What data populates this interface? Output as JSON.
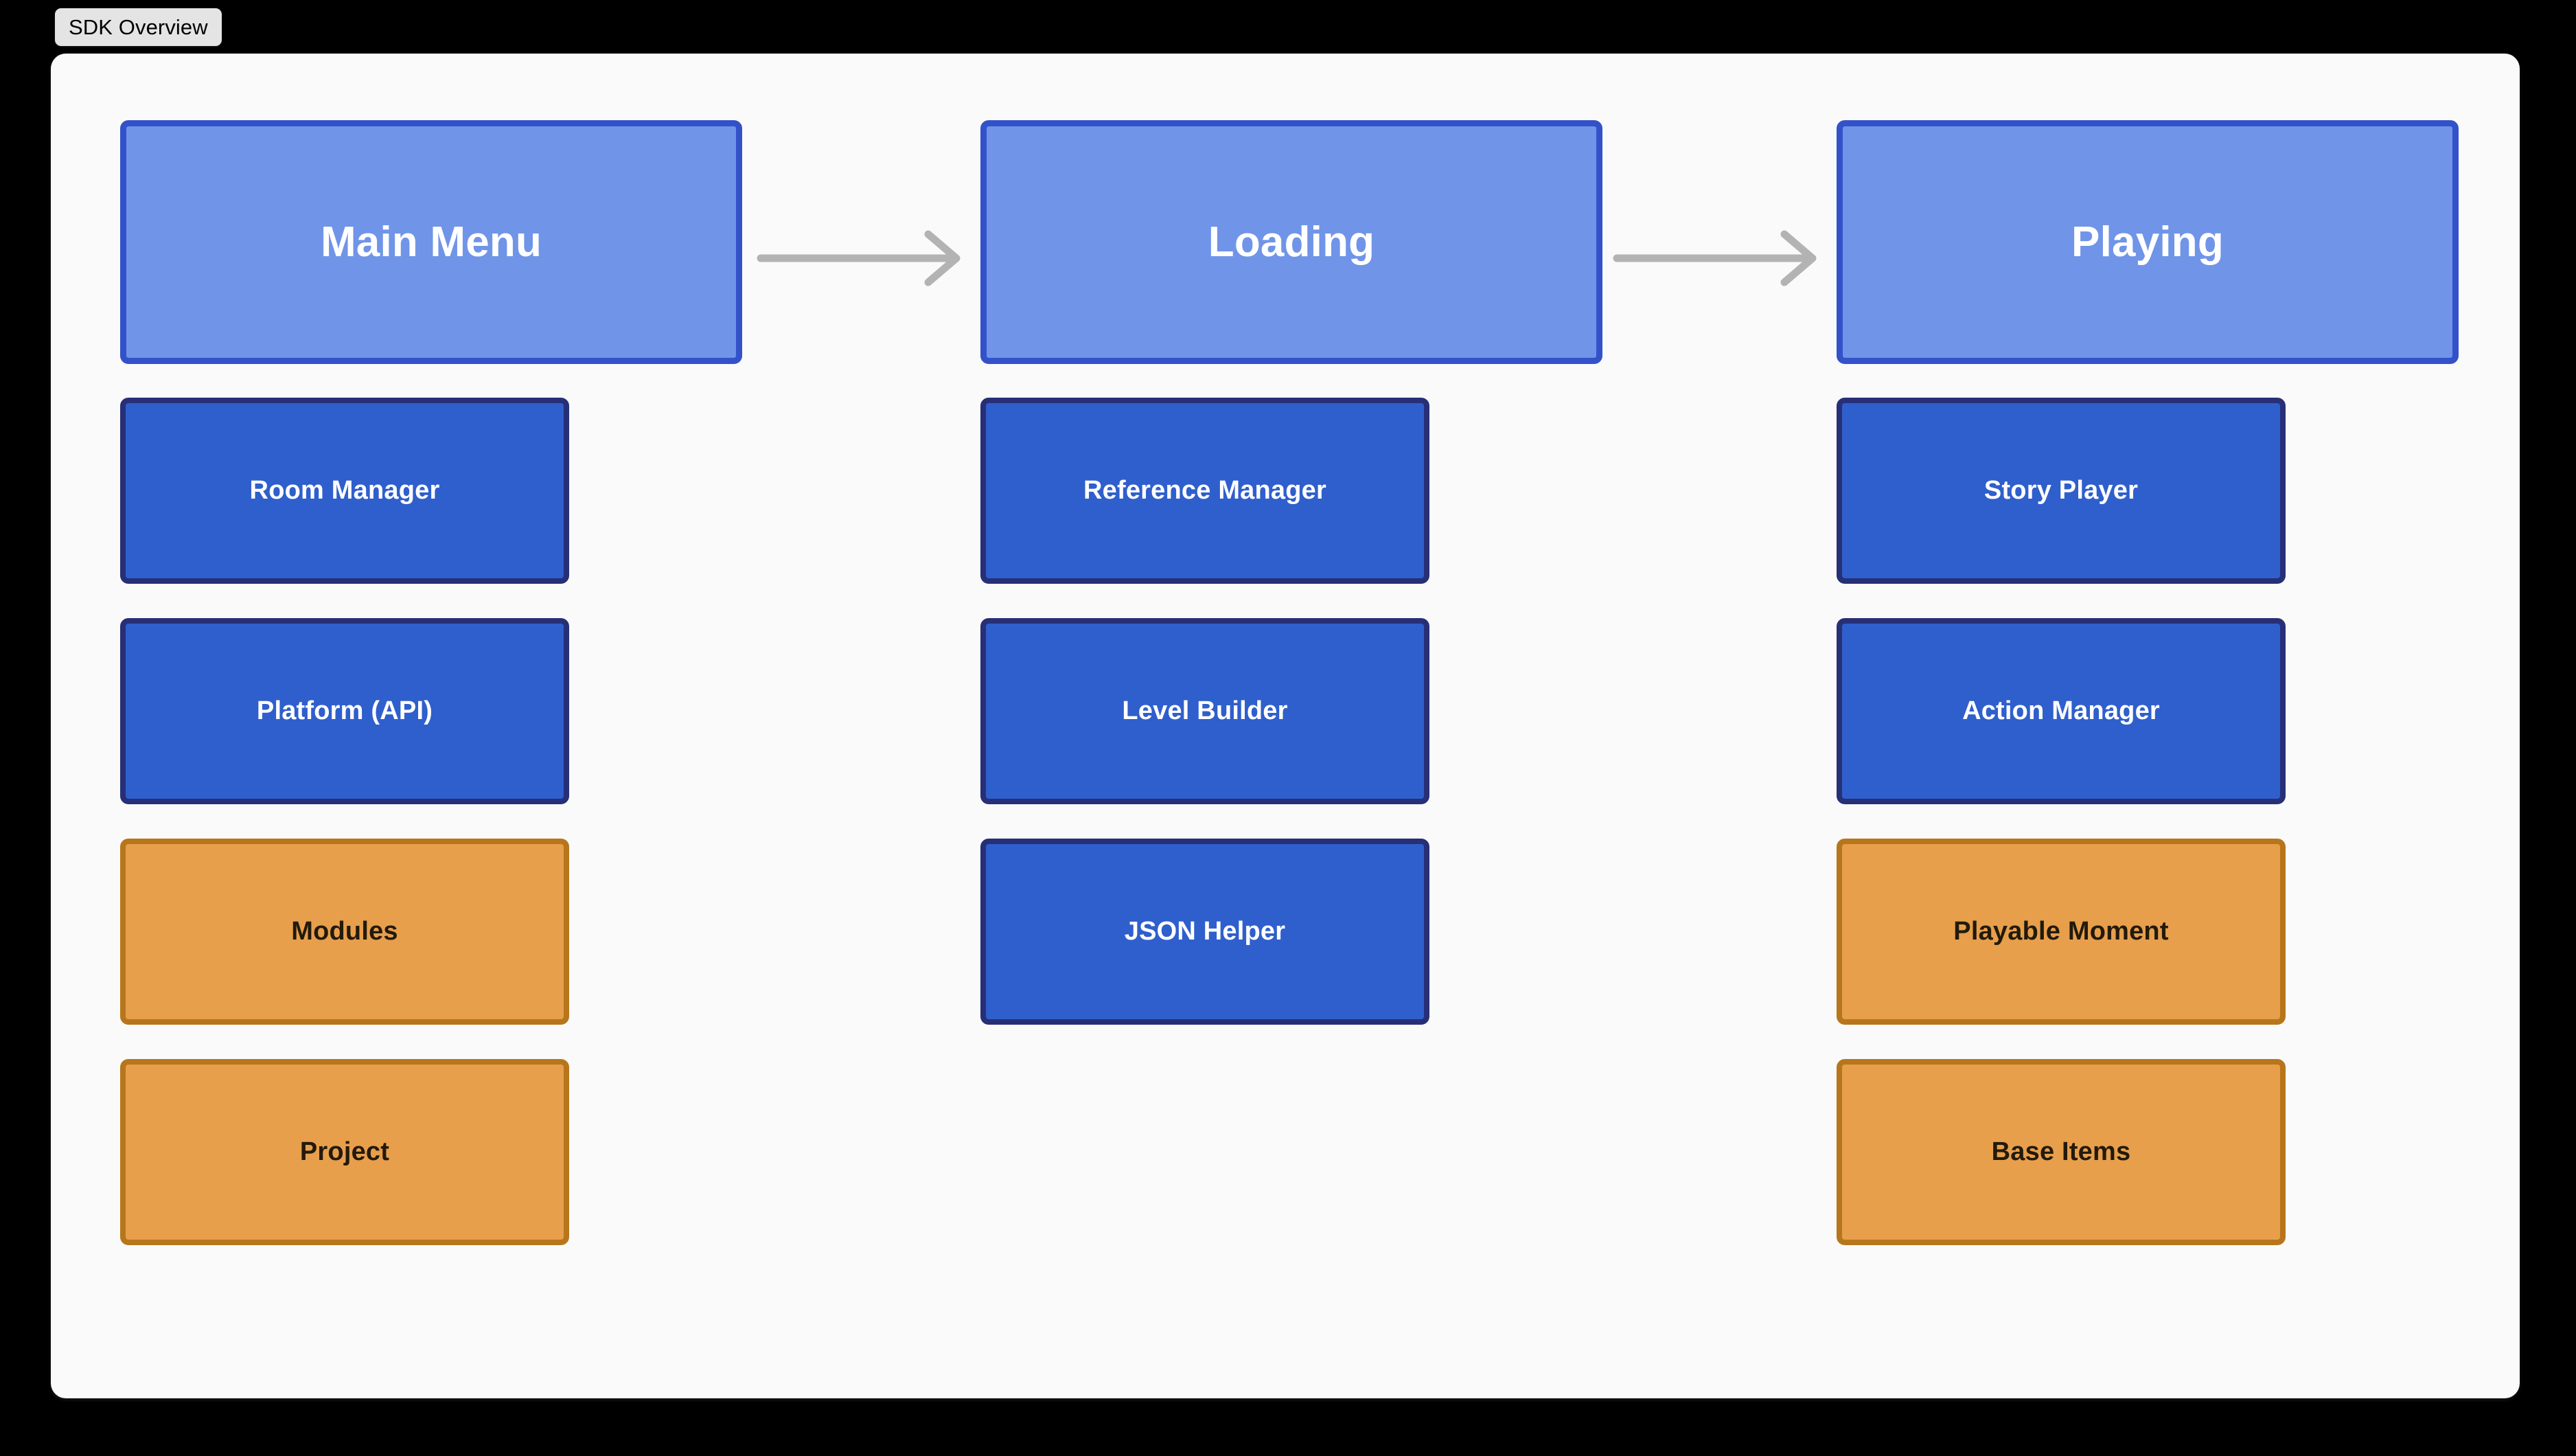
{
  "window": {
    "title": "SDK Overview"
  },
  "theme": {
    "background": "#000000",
    "canvas": "#fafafa",
    "chip_bg": "#e4e4e4",
    "state_fill": "#7094e8",
    "state_border": "#3352ca",
    "state_text": "#ffffff",
    "component_fill": "#2f5fcc",
    "component_border": "#272f77",
    "component_text": "#ffffff",
    "data_fill": "#e79f4c",
    "data_border": "#b7761b",
    "data_text": "#231a0b",
    "arrow": "#b3b3b3"
  },
  "diagram": {
    "columns": [
      {
        "state": {
          "label": "Main Menu",
          "kind": "state"
        },
        "nodes": [
          {
            "label": "Room Manager",
            "kind": "blue"
          },
          {
            "label": "Platform (API)",
            "kind": "blue"
          },
          {
            "label": "Modules",
            "kind": "orange"
          },
          {
            "label": "Project",
            "kind": "orange"
          }
        ]
      },
      {
        "state": {
          "label": "Loading",
          "kind": "state"
        },
        "nodes": [
          {
            "label": "Reference Manager",
            "kind": "blue"
          },
          {
            "label": "Level Builder",
            "kind": "blue"
          },
          {
            "label": "JSON Helper",
            "kind": "blue"
          }
        ]
      },
      {
        "state": {
          "label": "Playing",
          "kind": "state"
        },
        "nodes": [
          {
            "label": "Story Player",
            "kind": "blue"
          },
          {
            "label": "Action Manager",
            "kind": "blue"
          },
          {
            "label": "Playable Moment",
            "kind": "orange"
          },
          {
            "label": "Base Items",
            "kind": "orange"
          }
        ]
      }
    ],
    "arrows": [
      {
        "from": "Main Menu",
        "to": "Loading",
        "icon": "arrow-right-icon"
      },
      {
        "from": "Loading",
        "to": "Playing",
        "icon": "arrow-right-icon"
      }
    ]
  }
}
